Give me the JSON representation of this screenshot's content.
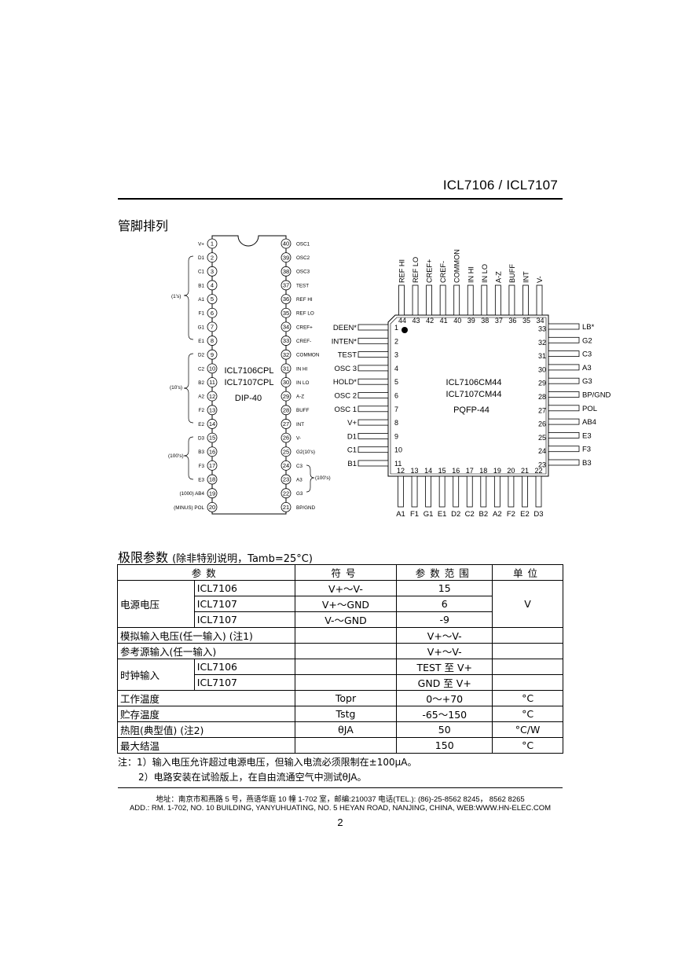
{
  "header": {
    "title": "ICL7106 / ICL7107"
  },
  "pinout": {
    "heading": "管脚排列",
    "dip": {
      "name_lines": [
        "ICL7106CPL",
        "ICL7107CPL",
        "DIP-40"
      ],
      "left_pins": [
        {
          "num": "1",
          "name": "V+"
        },
        {
          "num": "2",
          "name": "D1"
        },
        {
          "num": "3",
          "name": "C1"
        },
        {
          "num": "4",
          "name": "B1"
        },
        {
          "num": "5",
          "name": "A1"
        },
        {
          "num": "6",
          "name": "F1"
        },
        {
          "num": "7",
          "name": "G1"
        },
        {
          "num": "8",
          "name": "E1"
        },
        {
          "num": "9",
          "name": "D2"
        },
        {
          "num": "10",
          "name": "C2"
        },
        {
          "num": "11",
          "name": "B2"
        },
        {
          "num": "12",
          "name": "A2"
        },
        {
          "num": "13",
          "name": "F2"
        },
        {
          "num": "14",
          "name": "E2"
        },
        {
          "num": "15",
          "name": "D3"
        },
        {
          "num": "16",
          "name": "B3"
        },
        {
          "num": "17",
          "name": "F3"
        },
        {
          "num": "18",
          "name": "E3"
        },
        {
          "num": "19",
          "name": "(1000) AB4"
        },
        {
          "num": "20",
          "name": "(MINUS) POL"
        }
      ],
      "right_pins": [
        {
          "num": "40",
          "name": "OSC1"
        },
        {
          "num": "39",
          "name": "OSC2"
        },
        {
          "num": "38",
          "name": "OSC3"
        },
        {
          "num": "37",
          "name": "TEST"
        },
        {
          "num": "36",
          "name": "REF HI"
        },
        {
          "num": "35",
          "name": "REF LO"
        },
        {
          "num": "34",
          "name": "CREF+"
        },
        {
          "num": "33",
          "name": "CREF-"
        },
        {
          "num": "32",
          "name": "COMMON"
        },
        {
          "num": "31",
          "name": "IN HI"
        },
        {
          "num": "30",
          "name": "IN LO"
        },
        {
          "num": "29",
          "name": "A-Z"
        },
        {
          "num": "28",
          "name": "BUFF"
        },
        {
          "num": "27",
          "name": "INT"
        },
        {
          "num": "26",
          "name": "V-"
        },
        {
          "num": "25",
          "name": "G2(10's)"
        },
        {
          "num": "24",
          "name": "C3"
        },
        {
          "num": "23",
          "name": "A3"
        },
        {
          "num": "22",
          "name": "G3"
        },
        {
          "num": "21",
          "name": "BP/GND"
        }
      ],
      "groups_left": [
        "(1's)",
        "(10's)",
        "(100's)"
      ],
      "group_right": "(100's)"
    },
    "pqfp": {
      "name_lines": [
        "ICL7106CM44",
        "ICL7107CM44",
        "PQFP-44"
      ],
      "top_labels": [
        "REF HI",
        "REF LO",
        "CREF+",
        "CREF-",
        "COMMON",
        "IN HI",
        "IN LO",
        "A-Z",
        "BUFF",
        "INT",
        "V-"
      ],
      "top_nums": [
        "44",
        "43",
        "42",
        "41",
        "40",
        "39",
        "38",
        "37",
        "36",
        "35",
        "34"
      ],
      "left_labels": [
        "DEEN*",
        "INTEN*",
        "TEST",
        "OSC 3",
        "HOLD*",
        "OSC 2",
        "OSC 1",
        "V+",
        "D1",
        "C1",
        "B1"
      ],
      "left_nums": [
        "1",
        "2",
        "3",
        "4",
        "5",
        "6",
        "7",
        "8",
        "9",
        "10",
        "11"
      ],
      "right_labels": [
        "LB*",
        "G2",
        "C3",
        "A3",
        "G3",
        "BP/GND",
        "POL",
        "AB4",
        "E3",
        "F3",
        "B3"
      ],
      "right_nums": [
        "33",
        "32",
        "31",
        "30",
        "29",
        "28",
        "27",
        "26",
        "25",
        "24",
        "23"
      ],
      "bottom_labels": [
        "A1",
        "F1",
        "G1",
        "E1",
        "D2",
        "C2",
        "B2",
        "A2",
        "F2",
        "E2",
        "D3"
      ],
      "bottom_nums": [
        "12",
        "13",
        "14",
        "15",
        "16",
        "17",
        "18",
        "19",
        "20",
        "21",
        "22"
      ]
    }
  },
  "limits": {
    "heading": "极限参数",
    "subheading": "(除非特别说明，Tamb=25°C)",
    "headers": [
      "参数",
      "符号",
      "参数范围",
      "单位"
    ],
    "rows": {
      "supply": {
        "label": "电源电压",
        "unit": "V",
        "items": [
          {
            "part": "ICL7106",
            "symbol": "V+～V-",
            "value": "15"
          },
          {
            "part": "ICL7107",
            "symbol": "V+～GND",
            "value": "6"
          },
          {
            "part": "ICL7107",
            "symbol": "V-～GND",
            "value": "-9"
          }
        ]
      },
      "analog_in": {
        "label": "模拟输入电压(任一输入)  (注1)",
        "value": "V+～V-"
      },
      "ref_in": {
        "label": "参考源输入(任一输入)",
        "value": "V+～V-"
      },
      "clock_in": {
        "label": "时钟输入",
        "items": [
          {
            "part": "ICL7106",
            "value": "TEST 至 V+"
          },
          {
            "part": "ICL7107",
            "value": "GND 至 V+"
          }
        ]
      },
      "op_temp": {
        "label": "工作温度",
        "symbol": "Topr",
        "value": "0～+70",
        "unit": "°C"
      },
      "store_temp": {
        "label": "贮存温度",
        "symbol": "Tstg",
        "value": "-65～150",
        "unit": "°C"
      },
      "thermal": {
        "label": "热阻(典型值)  (注2)",
        "symbol": "θJA",
        "value": "50",
        "unit": "°C/W"
      },
      "junction": {
        "label": "最大结温",
        "value": "150",
        "unit": "°C"
      }
    },
    "notes": [
      "注：1）输入电压允许超过电源电压，但输入电流必须限制在±100μA。",
      "2）电路安装在试验版上，在自由流通空气中测试θJA。"
    ]
  },
  "footer": {
    "line1": "地址：南京市和燕路 5 号，燕语华庭 10 幢 1-702 室，邮编:210037  电话(TEL.): (86)-25-8562 8245，  8562 8265",
    "line2": "ADD.: RM. 1-702, NO. 10 BUILDING, YANYUHUATING, NO. 5 HEYAN ROAD, NANJING, CHINA,  WEB:WWW.HN-ELEC.COM",
    "page": "2"
  }
}
